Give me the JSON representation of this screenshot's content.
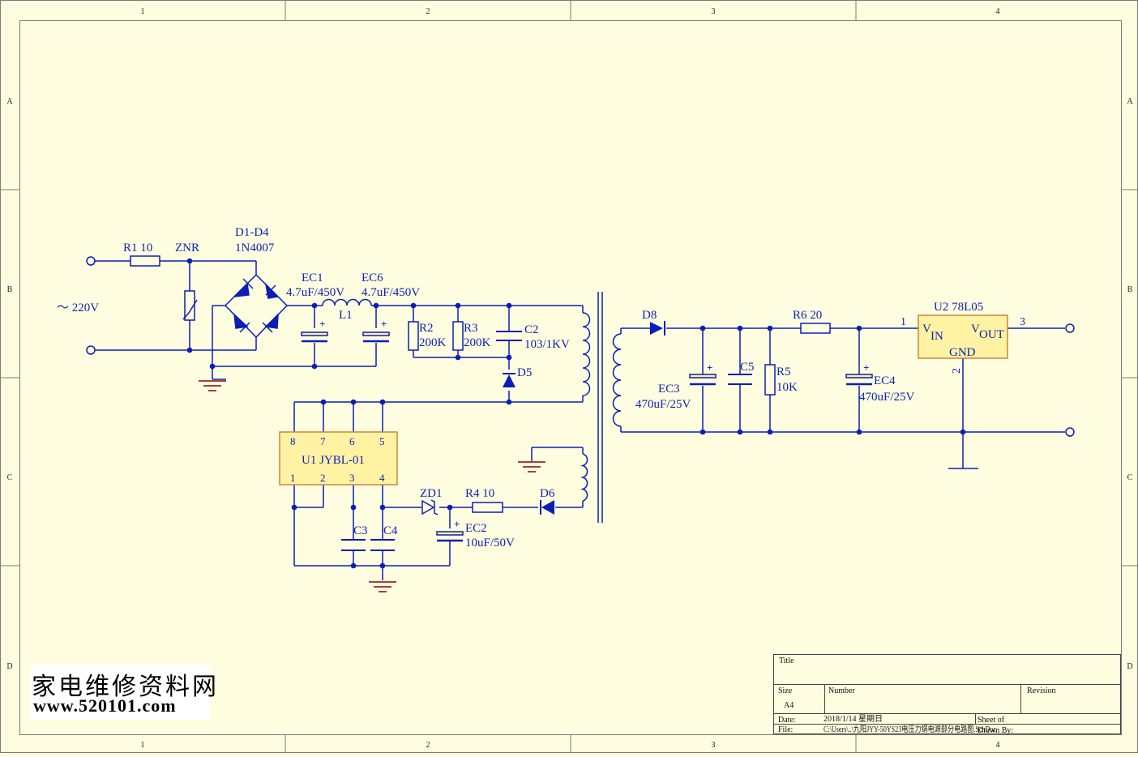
{
  "frame": {
    "cols": [
      "1",
      "2",
      "3",
      "4"
    ],
    "rows": [
      "A",
      "B",
      "C",
      "D"
    ]
  },
  "labels": {
    "r1": "R1  10",
    "znr": "ZNR",
    "d1d4": "D1-D4",
    "d1d4_part": "1N4007",
    "ac_input": "～ 220V",
    "ec1": "EC1",
    "ec1_val": "4.7uF/450V",
    "ec6": "EC6",
    "ec6_val": "4.7uF/450V",
    "l1": "L1",
    "r2": "R2",
    "r2_val": "200K",
    "r3": "R3",
    "r3_val": "200K",
    "c2": "C2",
    "c2_val": "103/1KV",
    "d5": "D5",
    "d8": "D8",
    "ec3": "EC3",
    "ec3_val": "470uF/25V",
    "c5": "C5",
    "r5": "R5",
    "r5_val": "10K",
    "r6": "R6  20",
    "ec4": "EC4",
    "ec4_val": "470uF/25V",
    "u2": "U2  78L05",
    "u2_vin_v": "V",
    "u2_vin_sub": "IN",
    "u2_vout_v": "V",
    "u2_vout_sub": "OUT",
    "u2_gnd": "GND",
    "u2_pin1": "1",
    "u2_pin2": "2",
    "u2_pin3": "3",
    "u1": "U1  JYBL-01",
    "u1_pin8": "8",
    "u1_pin7": "7",
    "u1_pin6": "6",
    "u1_pin5": "5",
    "u1_pin1": "1",
    "u1_pin2": "2",
    "u1_pin3": "3",
    "u1_pin4": "4",
    "zd1": "ZD1",
    "r4": "R4  10",
    "d6": "D6",
    "ec2": "EC2",
    "ec2_val": "10uF/50V",
    "c3": "C3",
    "c4": "C4",
    "plus": "+"
  },
  "title_block": {
    "title_label": "Title",
    "size_label": "Size",
    "size_value": "A4",
    "number_label": "Number",
    "revision_label": "Revision",
    "date_label": "Date:",
    "date_value": "2018/1/14 星期日",
    "sheet_label": "Sheet    of",
    "file_label": "File:",
    "file_value": "C:\\Users\\..\\九阳JYY-50YS23电压力锅电源部分电路图.SchDoc",
    "drawn_label": "Drawn By:"
  },
  "watermark": {
    "chinese": "家电维修资料网",
    "url": "www.520101.com"
  },
  "colors": {
    "wire": "#0b1fb5",
    "ground": "#8a0000",
    "frame": "#7a7a7a",
    "component_fill": "#fff3a3",
    "component_border": "#c9863a",
    "background": "#fffde0"
  }
}
